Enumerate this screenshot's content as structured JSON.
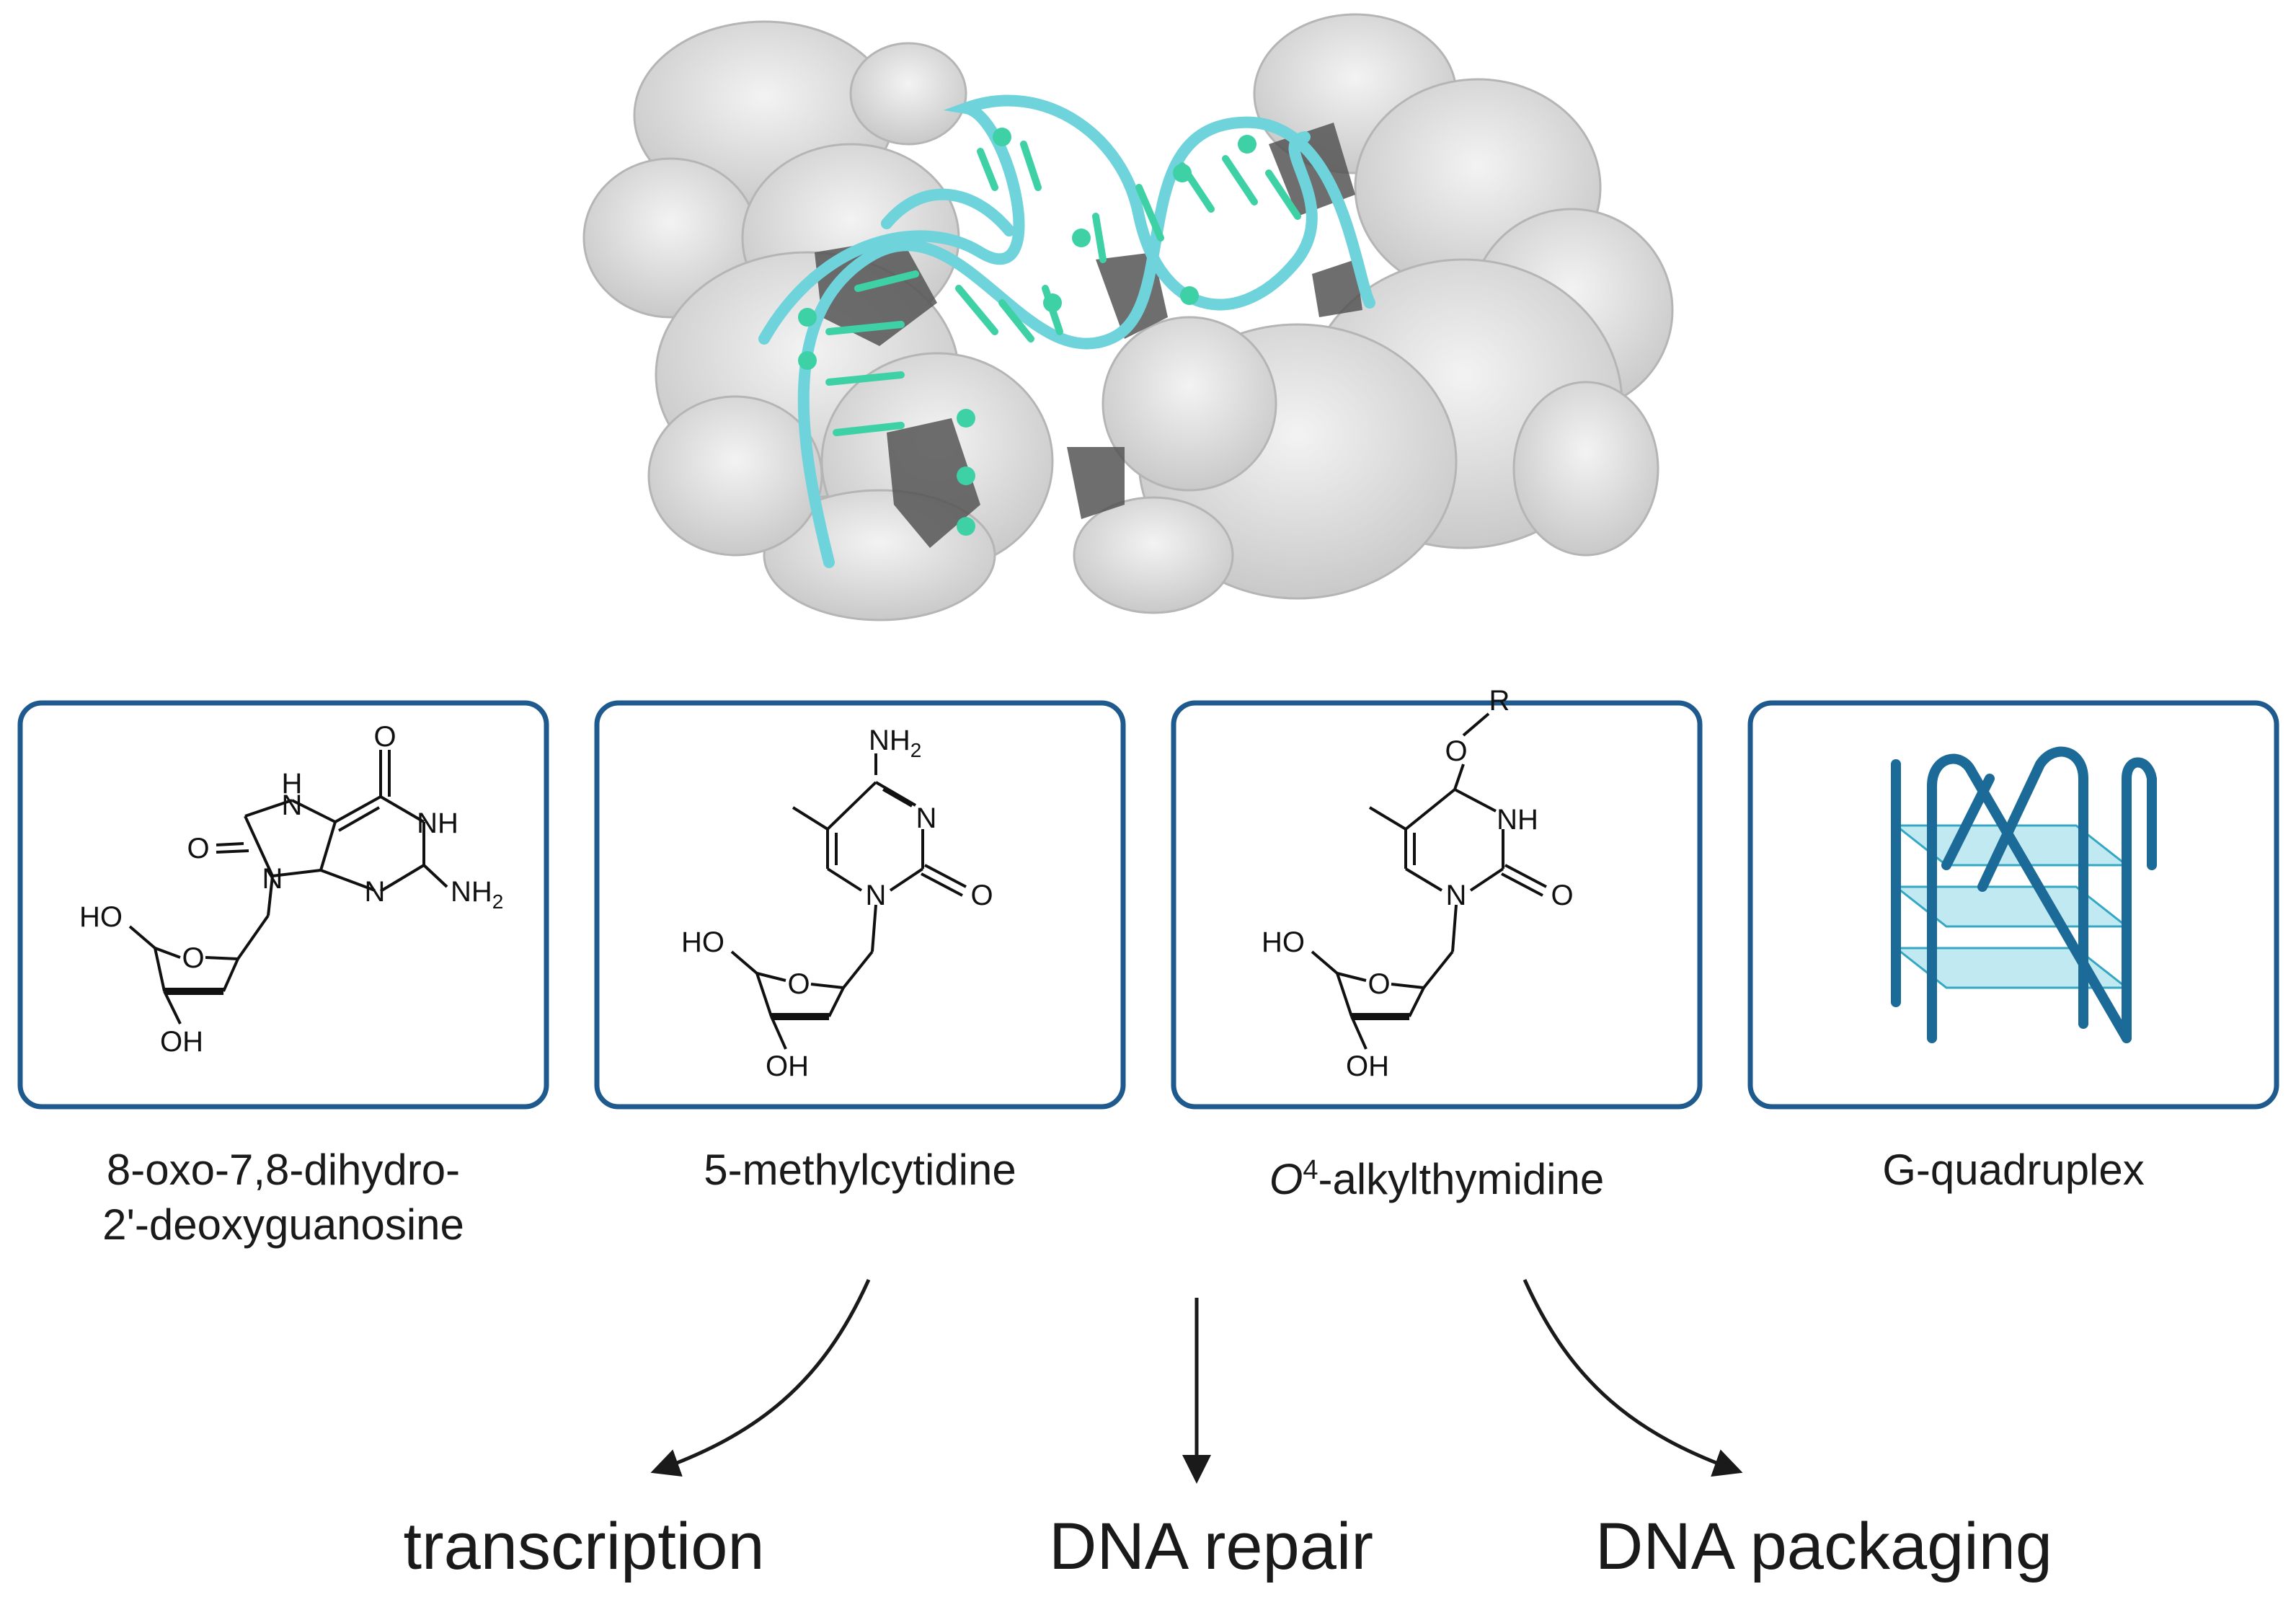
{
  "panels": [
    {
      "name": "8-oxo-dG",
      "label_line1": "8-oxo-7,8-dihydro-",
      "label_line2": "2'-deoxyguanosine"
    },
    {
      "name": "5-mC",
      "label_line1": "5-methylcytidine"
    },
    {
      "name": "O4-alkylT",
      "label_prefix": "O",
      "label_sup": "4",
      "label_rest": "-alkylthymidine"
    },
    {
      "name": "G4",
      "label_line1": "G-quadruplex"
    }
  ],
  "atoms": {
    "H": "H",
    "O": "O",
    "N": "N",
    "NH": "NH",
    "NH2_main": "NH",
    "NH2_sub": "2",
    "HO": "HO",
    "OH": "OH",
    "R": "R"
  },
  "outcomes": [
    "transcription",
    "DNA repair",
    "DNA packaging"
  ],
  "colors": {
    "panel_border": "#1e5a8e",
    "dna_backbone": "#6fd3dc",
    "dna_base": "#3fd1a6",
    "protein": "#dcdcdc",
    "protein_dark": "#4a4a4a",
    "g4_strand": "#1b6a97",
    "g4_tetrad": "#bde8f2",
    "arrow": "#1a1a1a"
  }
}
